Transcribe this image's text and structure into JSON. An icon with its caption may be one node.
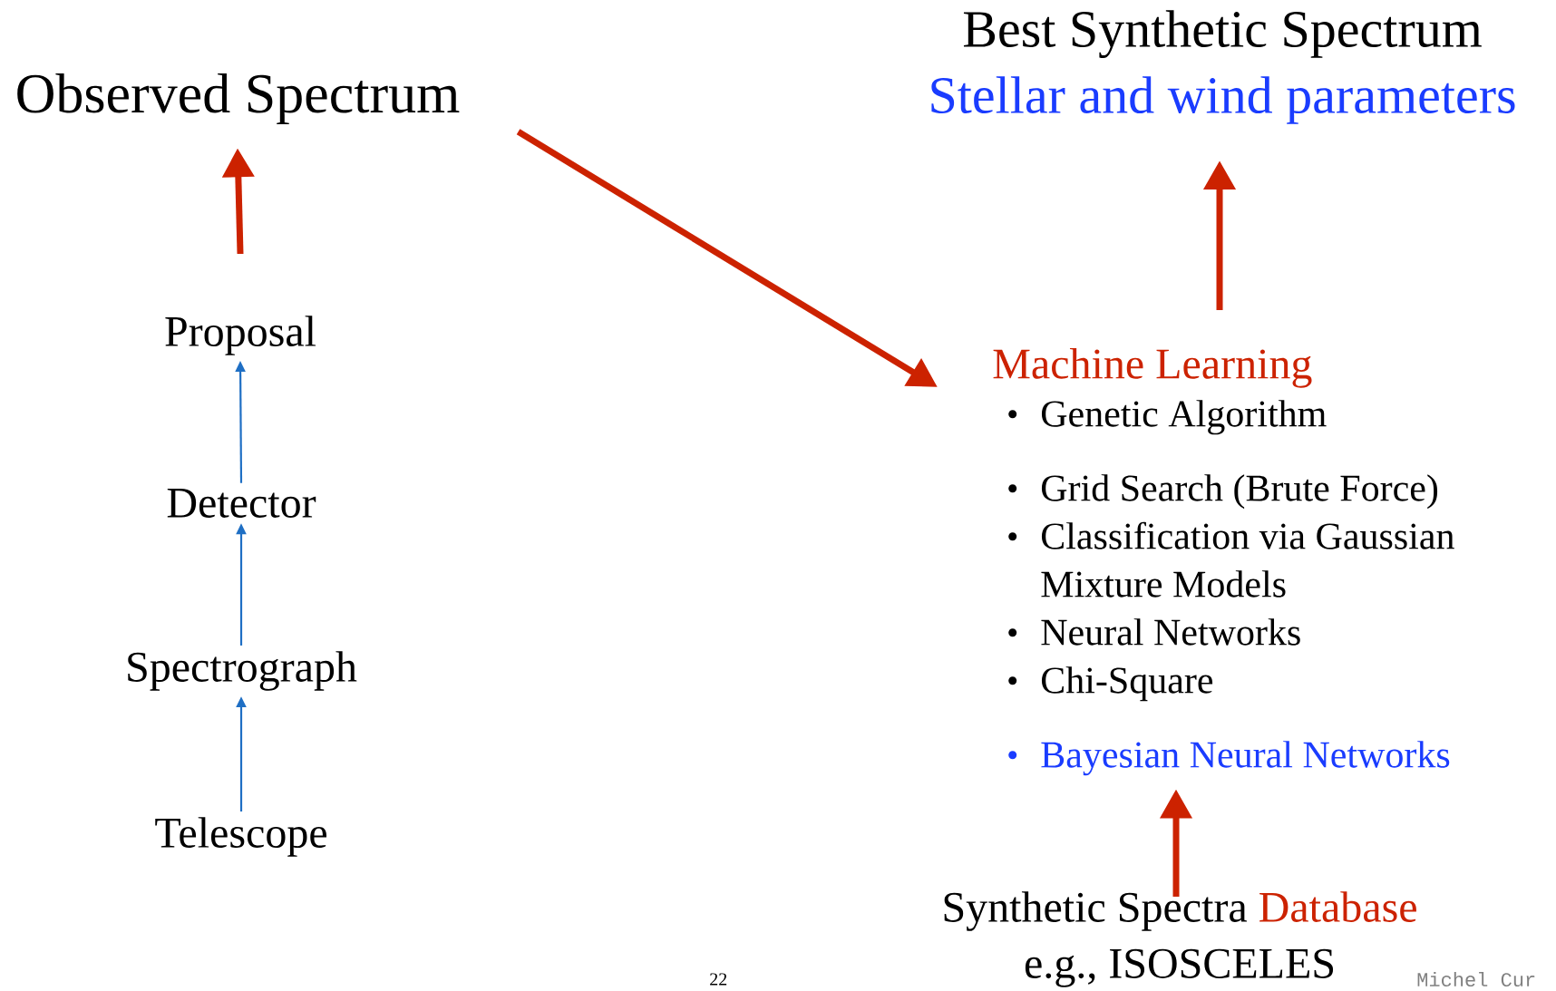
{
  "diagram": {
    "nodes": [
      {
        "text": [
          "Observed Spectrum"
        ]
      },
      {
        "text": [
          "Proposal"
        ]
      },
      {
        "text": [
          "Detector"
        ]
      },
      {
        "text": [
          "Spectrograph"
        ]
      },
      {
        "text": [
          "Telescope"
        ]
      },
      {
        "text": [
          "Best Synthetic Spectrum",
          "Stellar and wind parameters"
        ]
      },
      {
        "text": [
          "Machine Learning",
          "Genetic Algorithm",
          "Grid Search (Brute Force)",
          "Classification via Gaussian Mixture Models",
          "Neural Networks",
          "Chi-Square",
          "Bayesian Neural Networks"
        ]
      },
      {
        "text": [
          "Synthetic Spectra",
          "Database",
          "e.g., ISOSCELES"
        ]
      }
    ],
    "edges": [
      {
        "from": 4,
        "to": 3,
        "arrow": "to",
        "color": "#1f6fc4"
      },
      {
        "from": 3,
        "to": 2,
        "arrow": "to",
        "color": "#1f6fc4"
      },
      {
        "from": 2,
        "to": 1,
        "arrow": "to",
        "color": "#1f6fc4"
      },
      {
        "from": 1,
        "to": 0,
        "arrow": "to"
      },
      {
        "from": 0,
        "to": 6,
        "arrow": "to"
      },
      {
        "from": 6,
        "to": 5,
        "arrow": "to"
      },
      {
        "from": 7,
        "to": 6,
        "arrow": "to"
      }
    ],
    "labels": [
      "22",
      "Michel Cur"
    ]
  }
}
